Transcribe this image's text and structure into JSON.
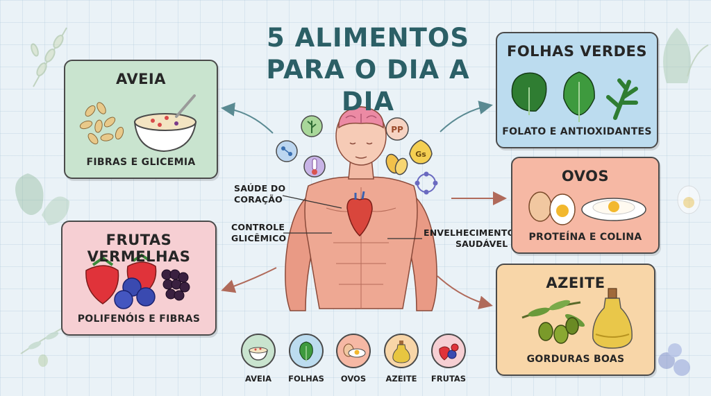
{
  "title": [
    "5 ALIMENTOS",
    "PARA O DIA A DIA"
  ],
  "cards": {
    "aveia": {
      "title": "AVEIA",
      "subtitle": "FIBRAS E GLICEMIA",
      "color": "#c9e4cf"
    },
    "frutas": {
      "title": "FRUTAS VERMELHAS",
      "subtitle": "POLIFENÓIS E FIBRAS",
      "color": "#f6cfd3"
    },
    "folhas": {
      "title": "FOLHAS VERDES",
      "subtitle": "FOLATO E ANTIOXIDANTES",
      "color": "#bcdcef"
    },
    "ovos": {
      "title": "OVOS",
      "subtitle": "PROTEÍNA E COLINA",
      "color": "#f6b8a4"
    },
    "azeite": {
      "title": "AZEITE",
      "subtitle": "GORDURAS BOAS",
      "color": "#f8d6a8"
    }
  },
  "annotations": {
    "coracao": [
      "SAÚDE DO",
      "CORAÇÃO"
    ],
    "glicemico": [
      "CONTROLE",
      "GLICÊMICO"
    ],
    "envelhecimento": [
      "ENVELHECIMENTO",
      "SAUDÁVEL"
    ]
  },
  "nutrient_badges": {
    "pp": "PP",
    "gs": "Gs"
  },
  "bottom_row": [
    {
      "label": "AVEIA",
      "color": "#c9e4cf",
      "icon": "oat-bowl-icon"
    },
    {
      "label": "FOLHAS",
      "color": "#bcdcef",
      "icon": "leaf-icon"
    },
    {
      "label": "OVOS",
      "color": "#f6b8a4",
      "icon": "egg-icon"
    },
    {
      "label": "AZEITE",
      "color": "#f8d6a8",
      "icon": "olive-oil-icon"
    },
    {
      "label": "FRUTAS",
      "color": "#f6cfd3",
      "icon": "berries-icon"
    }
  ]
}
